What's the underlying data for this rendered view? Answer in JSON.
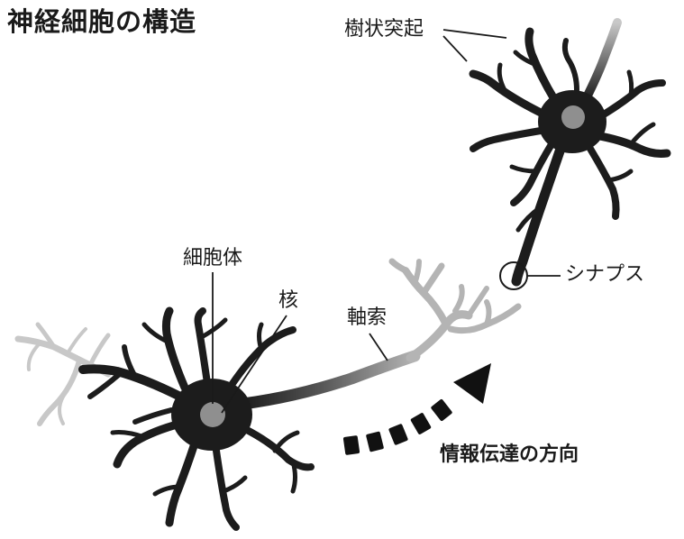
{
  "title": "神経細胞の構造",
  "labels": {
    "dendrite": "樹状突起",
    "synapse": "シナプス",
    "cell_body": "細胞体",
    "nucleus": "核",
    "axon": "軸索",
    "direction": "情報伝達の方向"
  },
  "colors": {
    "neuron": "#1c1c1c",
    "nucleus": "#8f8f8f",
    "axon_terminal": "#b4b4b4",
    "faded_branch": "#c8c8c8",
    "arrow": "#111111",
    "text": "#1a1a1a"
  }
}
